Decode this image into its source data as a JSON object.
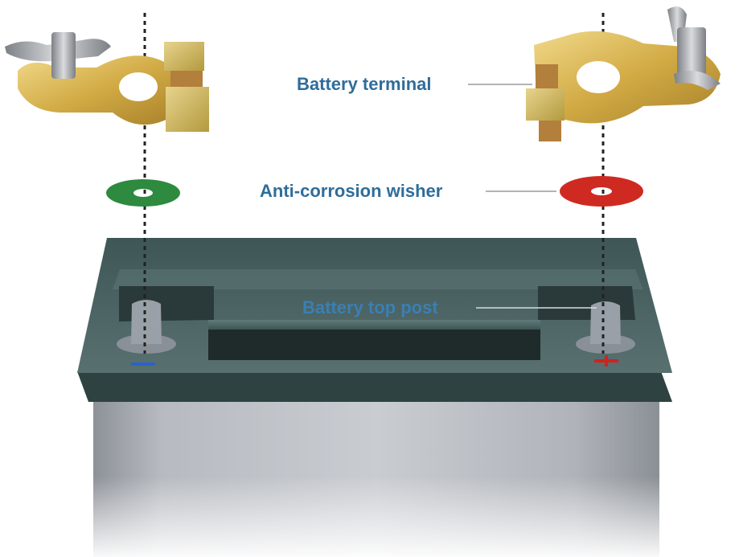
{
  "labels": {
    "battery_terminal": "Battery terminal",
    "washer": "Anti-corrosion wisher",
    "top_post": "Battery top post"
  },
  "polarity": {
    "negative": "-",
    "positive": "+"
  },
  "icons": {
    "left_terminal": "brass-battery-terminal-icon",
    "right_terminal": "brass-battery-terminal-icon",
    "left_washer": "green-washer-icon",
    "right_washer": "red-washer-icon",
    "battery": "battery-icon"
  },
  "colors": {
    "label_text": "#2f6d9a",
    "post_label_text": "#3b7fb3",
    "leader_line": "#9a9a9a",
    "guide_line": "#222222",
    "washer_negative": "#2d8a3f",
    "washer_positive": "#cf2a22",
    "negative_mark": "#2a62c9",
    "positive_mark": "#d42020",
    "brass": "#d6b04a",
    "battery_top": "#4d6464",
    "post": "#9aa0a8"
  }
}
